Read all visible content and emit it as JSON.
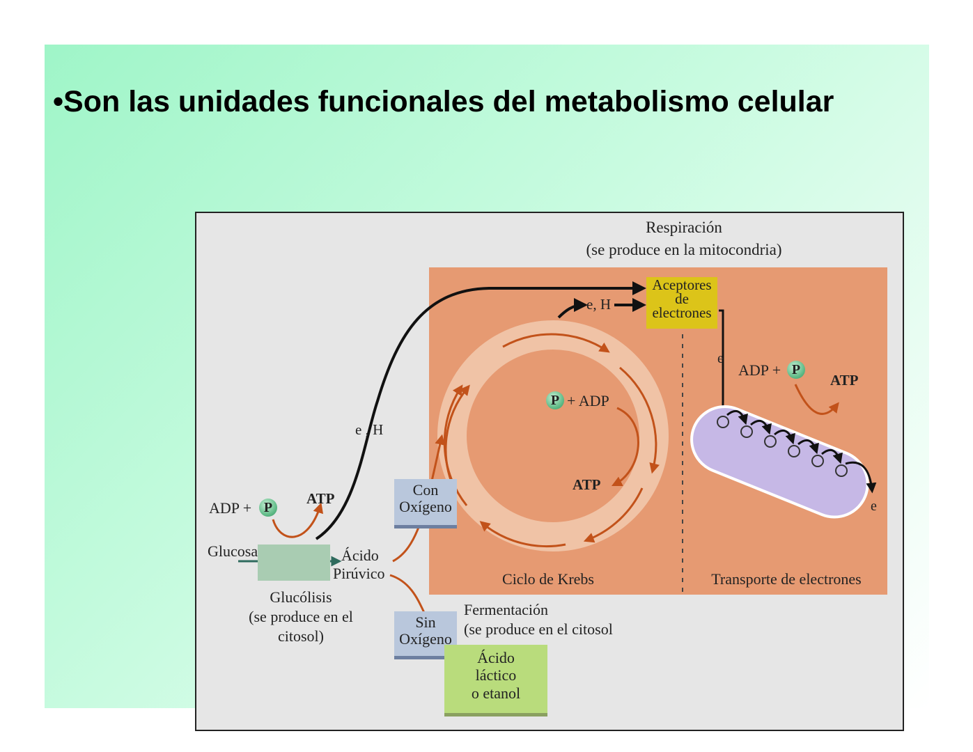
{
  "slide": {
    "title": "•Son las unidades funcionales del metabolismo celular"
  },
  "diagram": {
    "respiration": {
      "title": "Respiración",
      "subtitle": "(se produce en la mitocondria)"
    },
    "acceptors": {
      "line1": "Aceptores",
      "line2": "de",
      "line3": "electrones"
    },
    "eh_upper": "e, H",
    "eh_left": "e , H",
    "e_right": "e",
    "e_bottom": "e",
    "adp_left": "ADP +",
    "adp_right": "ADP +",
    "adp_krebs": "+ ADP",
    "p_symbol": "P",
    "atp": "ATP",
    "glucose": "Glucosa",
    "pyruvic": {
      "line1": "Ácido",
      "line2": "Pirúvico"
    },
    "glycolysis": {
      "line1": "Glucólisis",
      "line2": "(se produce en el",
      "line3": "citosol)"
    },
    "with_oxygen": {
      "line1": "Con",
      "line2": "Oxígeno"
    },
    "without_oxygen": {
      "line1": "Sin",
      "line2": "Oxígeno"
    },
    "fermentation": {
      "title": "Fermentación",
      "subtitle": "(se produce en el citosol"
    },
    "lactic": {
      "line1": "Ácido",
      "line2": "láctico",
      "line3": "o etanol"
    },
    "krebs": "Ciclo de Krebs",
    "transport": "Transporte de electrones"
  },
  "colors": {
    "mito_bg": "#e69a72",
    "arrow_orange": "#c2521a",
    "membrane": "#c6b8e6"
  }
}
